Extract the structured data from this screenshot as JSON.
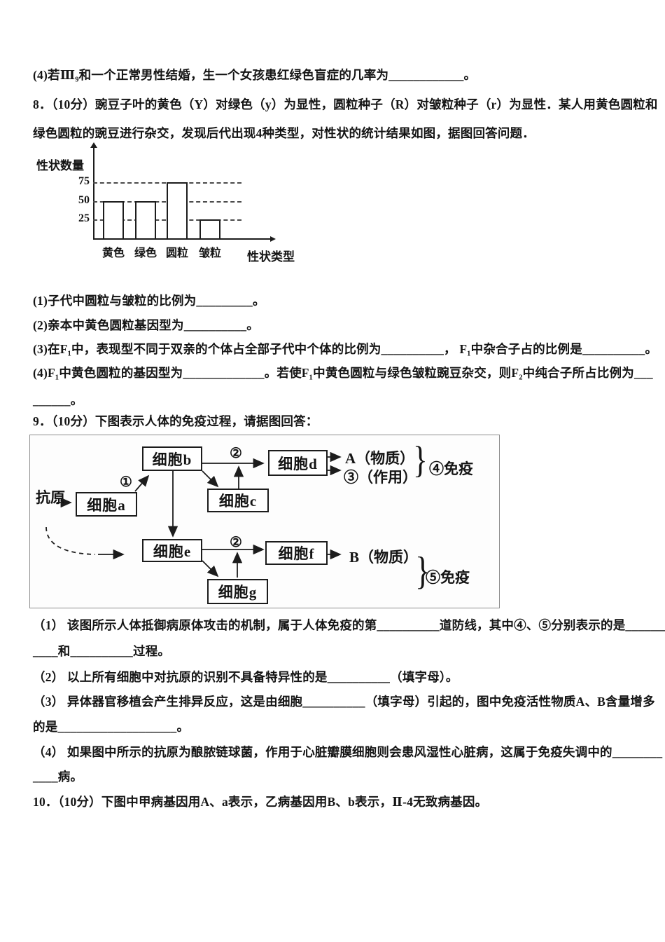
{
  "doc": {
    "lines": {
      "q7_4": "(4)若Ⅲ₉和一个正常男性结婚，生一个女孩患红绿色盲症的几率为____________。",
      "q8_head1": "8．（10分）豌豆子叶的黄色（Y）对绿色（y）为显性，圆粒种子（R）对皱粒种子（r）为显性．某人用黄色圆粒和",
      "q8_head2": "绿色圆粒的豌豆进行杂交，发现后代出现4种类型，对性状的统计结果如图，据图回答问题．",
      "q8_1": "(1)子代中圆粒与皱粒的比例为_________。",
      "q8_2": "(2)亲本中黄色圆粒基因型为__________。",
      "q8_3": "(3)在F₁中，表现型不同于双亲的个体占全部子代中个体的比例为__________，  F₁中杂合子占的比例是__________。",
      "q8_4a": "(4)F₁中黄色圆粒的基因型为_____________。若使F₁中黄色圆粒与绿色皱粒豌豆杂交，则F₂中纯合子所占比例为___",
      "q8_4b": "______。",
      "q9_head": "9．（10分）下图表示人体的免疫过程，请据图回答：",
      "q9_1a": "（1） 该图所示人体抵御病原体攻击的机制，属于人体免疫的第__________道防线，其中④、⑤分别表示的是_______",
      "q9_1b": "____和__________过程。",
      "q9_2": "（2） 以上所有细胞中对抗原的识别不具备特异性的是__________（填字母）。",
      "q9_3a": "（3） 异体器官移植会产生排异反应，这是由细胞__________（填字母）引起的，图中免疫活性物质A、B含量增多",
      "q9_3b": "的是___________________。",
      "q9_4a": "（4） 如果图中所示的抗原为酿脓链球菌，作用于心脏瓣膜细胞则会患风湿性心脏病，这属于免疫失调中的________",
      "q9_4b": "____病。",
      "q10_head": "10．（10分）下图中甲病基因用A、a表示，乙病基因用B、b表示，Ⅱ-4无致病基因。"
    }
  },
  "chart_data": {
    "type": "bar",
    "title": "",
    "ylabel": "性状数量",
    "xlabel": "性状类型",
    "categories": [
      "黄色",
      "绿色",
      "圆粒",
      "皱粒"
    ],
    "values": [
      50,
      50,
      75,
      25
    ],
    "yticks": [
      25,
      50,
      75
    ],
    "ylim": [
      0,
      100
    ],
    "grid": "dashed horizontal",
    "legend": "none"
  },
  "diagram": {
    "antigen": "抗原",
    "cell_a": "细胞a",
    "cell_b": "细胞b",
    "cell_c": "细胞c",
    "cell_d": "细胞d",
    "cell_e": "细胞e",
    "cell_f": "细胞f",
    "cell_g": "细胞g",
    "step_1": "①",
    "step_2_top": "②",
    "step_2_bottom": "②",
    "substance_a": "A（物质）",
    "effect_3": "③（作用）",
    "immunity_4": "④免疫",
    "substance_b": "B（物质）",
    "immunity_5": "⑤免疫",
    "brace": "}"
  }
}
